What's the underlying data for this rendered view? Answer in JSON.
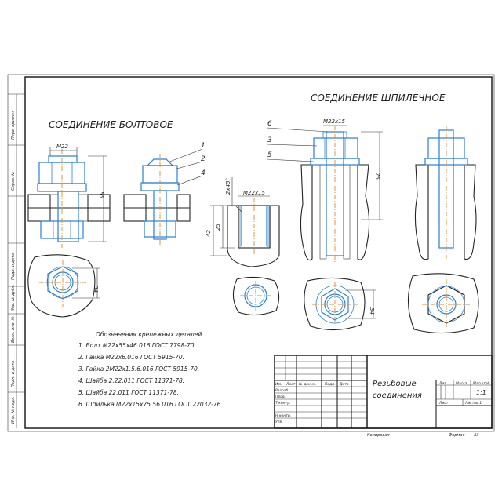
{
  "drawing": {
    "title_bolt": "СОЕДИНЕНИЕ БОЛТОВОЕ",
    "title_stud": "СОЕДИНЕНИЕ ШПИЛЕЧНОЕ"
  },
  "bolt_view": {
    "thread_label": "M22",
    "dim_height": "55",
    "dim_plan": "34",
    "leaders": [
      "1",
      "2",
      "4"
    ]
  },
  "hole_view": {
    "thread_label": "M22x15",
    "angle": "2x45°",
    "dim_25": "25",
    "dim_42": "42"
  },
  "stud_view": {
    "thread_label": "M22x15",
    "leaders": [
      "6",
      "3",
      "5"
    ],
    "dim_75": "75",
    "dim_plan": "34"
  },
  "side_stamps": [
    "Перв. примен.",
    "Справ. №",
    "Подп. и дата",
    "Инв. № дубл.",
    "Взам. инв. №",
    "Подп. и дата",
    "Инв. № подл."
  ],
  "parts": {
    "heading": "Обозначения крепежных деталей",
    "items": [
      "1. Болт М22х55х46.016 ГОСТ 7798-70.",
      "2. Гайка М22х6.016 ГОСТ 5915-70.",
      "3. Гайка 2М22х1.5.6.016 ГОСТ 5915-70.",
      "4. Шайба 2.22.011 ГОСТ 11371-78.",
      "5. Шайба 22.011 ГОСТ 11371-78.",
      "6. Шпилька М22х15х75.56.016 ГОСТ 22032-76."
    ]
  },
  "title_block": {
    "name_line1": "Резьбовые",
    "name_line2": "соединения",
    "col_headers": [
      "Изм",
      "Лист",
      "№ докум.",
      "Подп.",
      "Дата"
    ],
    "rows": [
      "Разраб.",
      "Пров.",
      "Т.контр.",
      "",
      "Н.контр.",
      "Утв."
    ],
    "lit_label": "Лит.",
    "mass_label": "Масса",
    "scale_label": "Масштаб",
    "scale_value": "1:1",
    "sheet_label": "Лист",
    "sheets_label": "Листов 1"
  },
  "footer": {
    "copied": "Копировал",
    "format_label": "Формат",
    "format_value": "А3"
  }
}
